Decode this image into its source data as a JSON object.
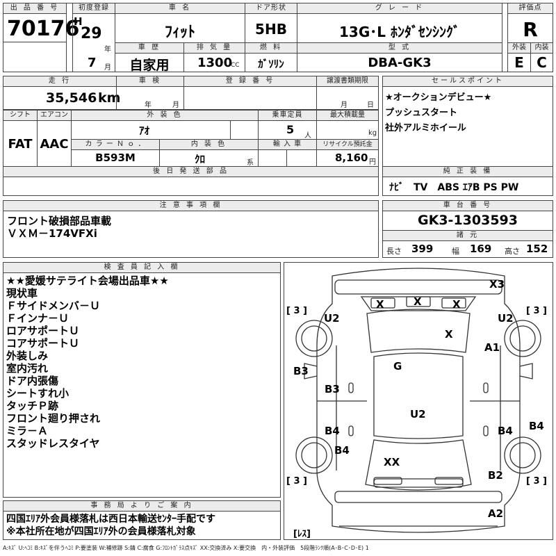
{
  "row1": {
    "lot_label": "出 品 番 号",
    "lot": "70176",
    "first_reg_label": "初度登録",
    "era": "H",
    "year": "29",
    "year_unit": "年",
    "month": "7",
    "month_unit": "月",
    "car_name_label": "車 名",
    "car_name": "ﾌｨｯﾄ",
    "door_label": "ドア形状",
    "door": "5HB",
    "grade_label": "グ レ ー ド",
    "grade": "13G･L ﾎﾝﾀﾞｾﾝｼﾝｸﾞ",
    "score_label": "評価点",
    "score": "R"
  },
  "row2": {
    "history_label": "車 歴",
    "history": "自家用",
    "disp_label": "排 気 量",
    "disp": "1300",
    "disp_unit": "CC",
    "fuel_label": "燃 料",
    "fuel": "ｶﾞｿﾘﾝ",
    "model_label": "型 式",
    "model": "DBA-GK3",
    "ext_label": "外装",
    "ext": "E",
    "int_label": "内装",
    "int": "C"
  },
  "row3": {
    "mileage_label": "走 行",
    "mileage": "35,546",
    "mileage_unit": "km",
    "inspection_label": "車 検",
    "insp_year_unit": "年",
    "insp_month_unit": "月",
    "reg_no_label": "登 録 番 号",
    "transfer_label": "譲渡書類期限",
    "transfer_month_unit": "月",
    "transfer_day_unit": "日",
    "sales_label": "セールスポイント",
    "sales_points": [
      "★オークションデビュー★",
      "プッシュスタート",
      "社外アルミホイール"
    ]
  },
  "row4": {
    "shift_label": "シフト",
    "shift": "FAT",
    "ac_label": "エアコン",
    "ac": "AAC",
    "color_label": "外 装 色",
    "color": "ｱｵ",
    "capacity_label": "乗車定員",
    "capacity": "5",
    "capacity_unit": "人",
    "maxload_label": "最大積載量",
    "maxload_unit": "kg",
    "color_no_label": "カ ラ ー Ｎ ｏ ．",
    "color_no": "B593M",
    "interior_label": "内 装 色",
    "interior": "ｸﾛ",
    "interior_unit": "系",
    "import_label": "輸 入 車",
    "recycle_label": "リサイクル預託金",
    "recycle": "8,160",
    "recycle_unit": "円",
    "parts_label": "後 日 発 送 部 品",
    "equip_label": "純 正 装 備",
    "equip": "ﾅﾋﾞ　TV　ABS ｴｱB PS PW"
  },
  "caution": {
    "label": "注 意 事 項 欄",
    "lines": [
      "フロント破損部品車載",
      "ＶＸＭ－174VFXi"
    ]
  },
  "chassis": {
    "label": "車 台 番 号",
    "value": "GK3-1303593",
    "spec_label": "諸 元",
    "length_label": "長さ",
    "length": "399",
    "width_label": "幅",
    "width": "169",
    "height_label": "高さ",
    "height": "152"
  },
  "inspector": {
    "label": "検 査 員 記 入 欄",
    "lines": [
      "★★愛媛サテライト会場出品車★★",
      "現状車",
      "Ｆサイドメンバ－Ｕ",
      "Ｆインナ－Ｕ",
      "ロアサポートＵ",
      "コアサポートＵ",
      "外装しみ",
      "室内汚れ",
      "ドア内張傷",
      "シートすれ小",
      "タッチＰ跡",
      "フロント廻り押され",
      "ミラ－Ａ",
      "スタッドレスタイヤ"
    ]
  },
  "office": {
    "label": "事 務 局 よ り ご 案 内",
    "lines": [
      "四国ｴﾘｱ外会員様落札は西日本輸送ｾﾝﾀｰ手配です",
      "※本社所在地が四国ｴﾘｱ外の会員様落札対象"
    ]
  },
  "diagram": {
    "marks": {
      "x3": "X3",
      "x_ws_left": "X",
      "x_ws_mid": "X",
      "x_ws_right": "X",
      "x_hood": "X",
      "a1": "A1",
      "u2_tl": "U2",
      "u2_tr": "U2",
      "b3_left": "B3",
      "b3_inner": "B3",
      "g": "G",
      "u2_center": "U2",
      "b4_inner_l": "B4",
      "b4_inner_r": "B4",
      "b4_right": "B4",
      "b4_lower": "B4",
      "xx": "XX",
      "b2": "B2",
      "a2": "A2"
    },
    "tire_tl": "[ 3 ]",
    "tire_tr": "[ 3 ]",
    "tire_bl": "[ 3 ]",
    "tire_br": "[ 3 ]",
    "spare": "[ﾚｽ]"
  },
  "legend": "A:ｷｽﾞ U:ﾍｺﾐ B:ｷｽﾞを伴うﾍｺﾐ P:要塗装 W:補修跡 S:錆 C:腐食 G:ﾌﾛﾝﾄｶﾞﾗｽ点ｷｽﾞ XX:交換済み X:要交換　内・外装評価　5段階ﾗﾝｸ順(A･B･C･D･E) 1"
}
